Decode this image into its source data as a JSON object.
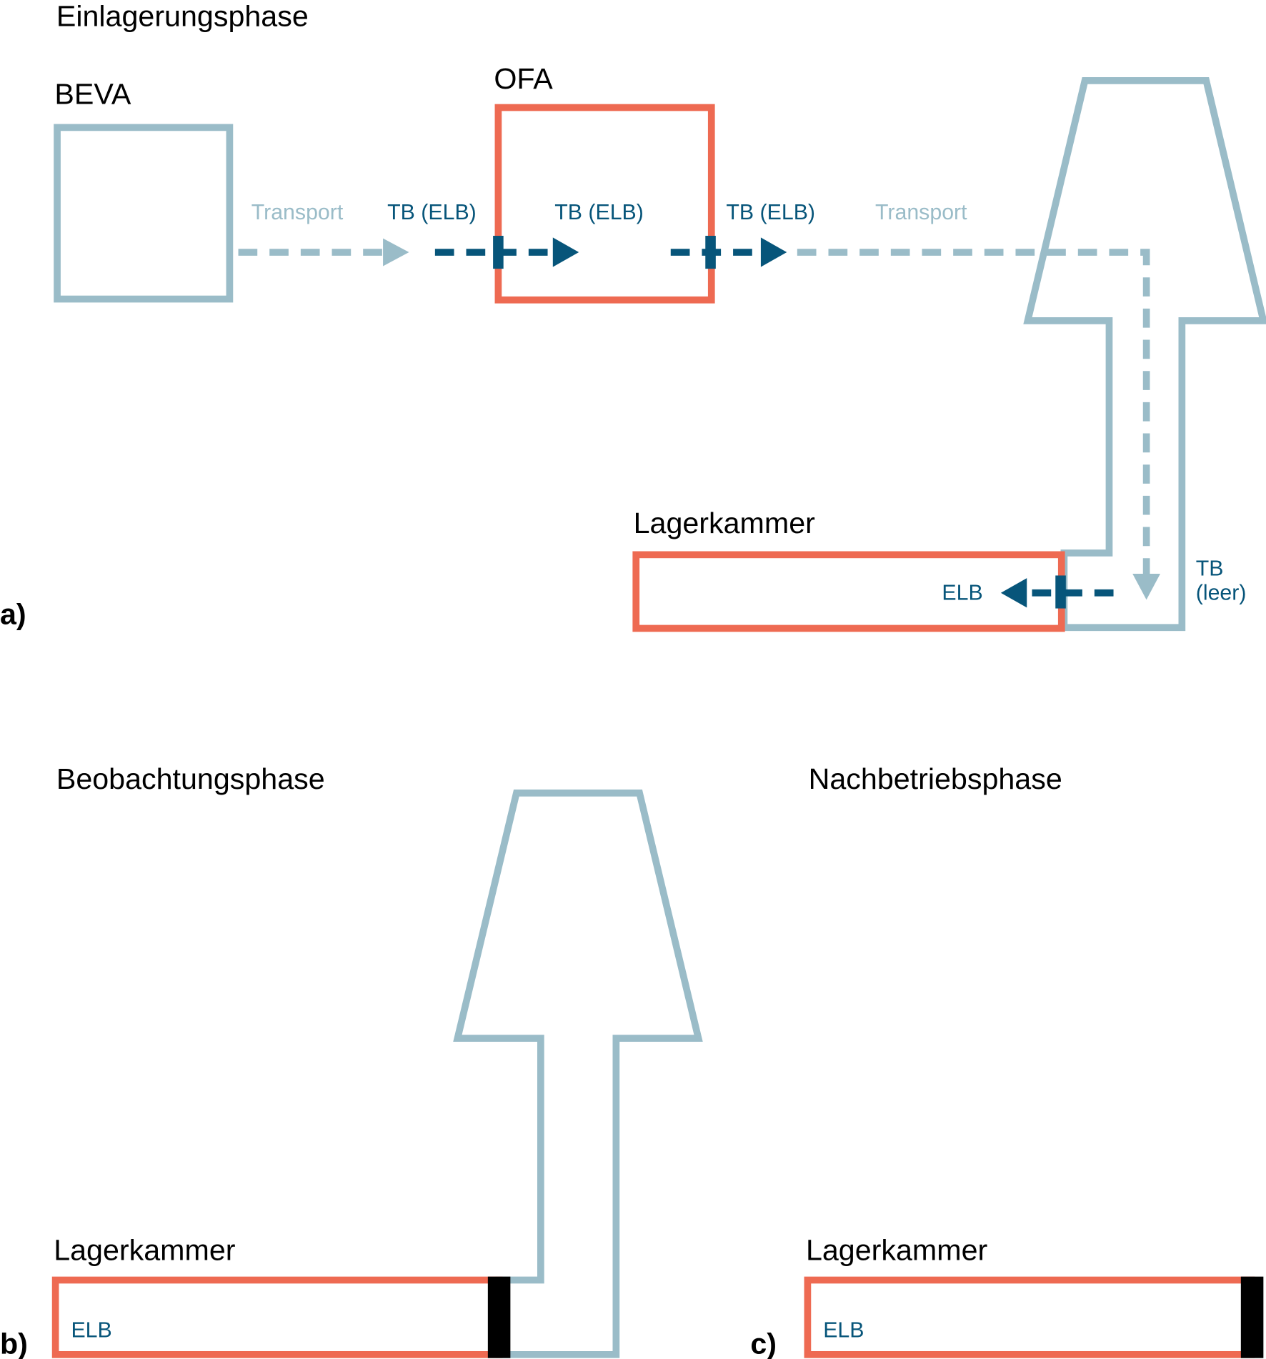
{
  "colors": {
    "transport_light": "#9abcc8",
    "elb_dark": "#07557a",
    "containment_red": "#ee6a52",
    "seal_black": "#000000"
  },
  "panel_a": {
    "label": "a)",
    "title": "Einlagerungsphase",
    "beva_label": "BEVA",
    "ofa_label": "OFA",
    "transport_left": "Transport",
    "tb_elb_1": "TB (ELB)",
    "tb_elb_2": "TB (ELB)",
    "tb_elb_3": "TB (ELB)",
    "transport_right": "Transport",
    "lagerkammer_label": "Lagerkammer",
    "elb_label": "ELB",
    "tb_leer_line1": "TB",
    "tb_leer_line2": "(leer)"
  },
  "panel_b": {
    "label": "b)",
    "title": "Beobachtungsphase",
    "lagerkammer_label": "Lagerkammer",
    "elb_label": "ELB"
  },
  "panel_c": {
    "label": "c)",
    "title": "Nachbetriebsphase",
    "lagerkammer_label": "Lagerkammer",
    "elb_label": "ELB"
  }
}
